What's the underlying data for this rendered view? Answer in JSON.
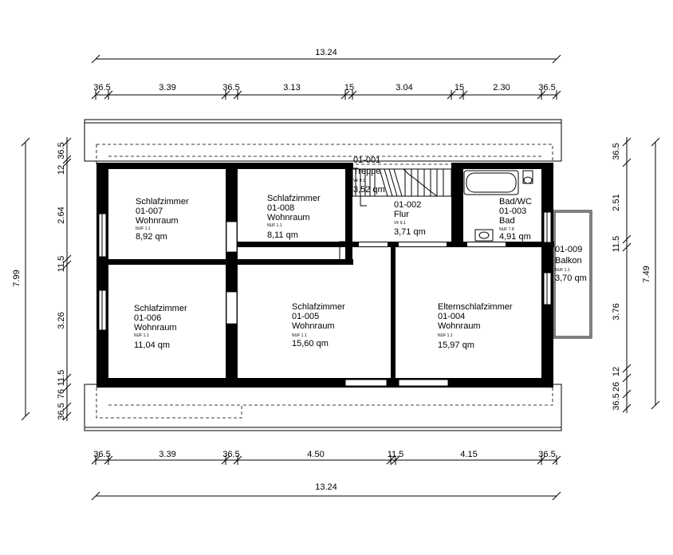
{
  "dimensions": {
    "top_total": "13.24",
    "top_segments": [
      "36.5",
      "3.39",
      "36.5",
      "3.13",
      "15",
      "3.04",
      "15",
      "2.30",
      "36.5"
    ],
    "bottom_segments": [
      "36.5",
      "3.39",
      "36.5",
      "4.50",
      "11.5",
      "4.15",
      "36.5"
    ],
    "bottom_total": "13.24",
    "left_total": "7.99",
    "left_segments": [
      "12",
      "36.5",
      "2.64",
      "11.5",
      "3.26",
      "11.5",
      "76",
      "36.5"
    ],
    "right_total": "7.49",
    "right_segments": [
      "36.5",
      "2.51",
      "11.5",
      "3.76",
      "12",
      "26",
      "36.5"
    ]
  },
  "rooms": [
    {
      "name": "Schlafzimmer",
      "id": "01-007",
      "type": "Wohnraum",
      "nuf": "NUF 1.1",
      "area": "8,92 qm"
    },
    {
      "name": "Schlafzimmer",
      "id": "01-008",
      "type": "Wohnraum",
      "nuf": "NUF 1.1",
      "area": "8,11 qm"
    },
    {
      "name": "Schlafzimmer",
      "id": "01-006",
      "type": "Wohnraum",
      "nuf": "NUF 1.1",
      "area": "11,04 qm"
    },
    {
      "name": "Schlafzimmer",
      "id": "01-005",
      "type": "Wohnraum",
      "nuf": "NUF 1.1",
      "area": "15,60 qm"
    },
    {
      "name": "Elternschlafzimmer",
      "id": "01-004",
      "type": "Wohnraum",
      "nuf": "NUF 1.1",
      "area": "15,97 qm"
    }
  ],
  "treppe": {
    "id": "01-001",
    "name": "Treppe",
    "vf": "VF 9.1",
    "area": "3,52 qm"
  },
  "flur": {
    "id": "01-002",
    "name": "Flur",
    "vf": "VF 9.1",
    "area": "3,71 qm"
  },
  "bad": {
    "name": "Bad/WC",
    "id": "01-003",
    "type": "Bad",
    "nuf": "NUF 7.8",
    "area": "4,91 qm"
  },
  "balkon": {
    "id": "01-009",
    "name": "Balkon",
    "nuf": "NUF 1.1",
    "area": "3,70 qm"
  }
}
